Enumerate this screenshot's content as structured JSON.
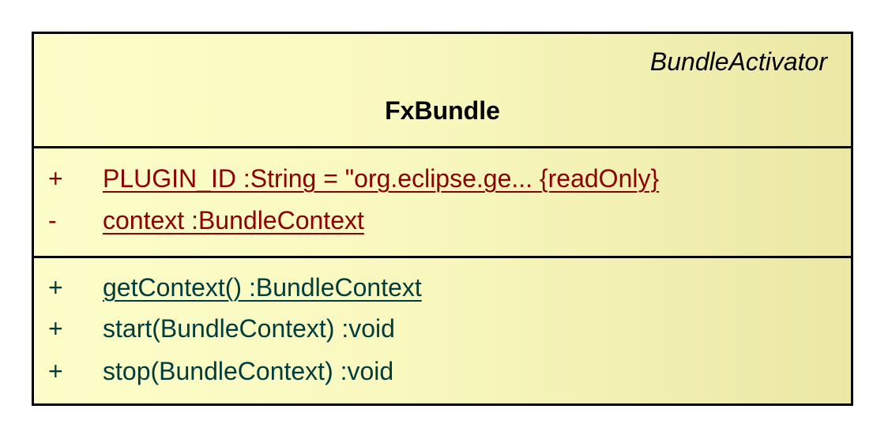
{
  "class_box": {
    "stereotype": "BundleActivator",
    "name": "FxBundle",
    "attributes": [
      {
        "visibility": "+",
        "signature": "PLUGIN_ID  :String = \"org.eclipse.ge... {readOnly}",
        "static": true
      },
      {
        "visibility": "-",
        "signature": "context  :BundleContext",
        "static": true
      }
    ],
    "operations": [
      {
        "visibility": "+",
        "signature": "getContext()  :BundleContext",
        "static": true
      },
      {
        "visibility": "+",
        "signature": "start(BundleContext)  :void",
        "static": false
      },
      {
        "visibility": "+",
        "signature": "stop(BundleContext)  :void",
        "static": false
      }
    ]
  },
  "colors": {
    "fill_light": "#fdfdc9",
    "fill_dark": "#ebe8a5",
    "border": "#000000",
    "attribute_text": "#8b0000",
    "operation_text": "#003c3c"
  }
}
